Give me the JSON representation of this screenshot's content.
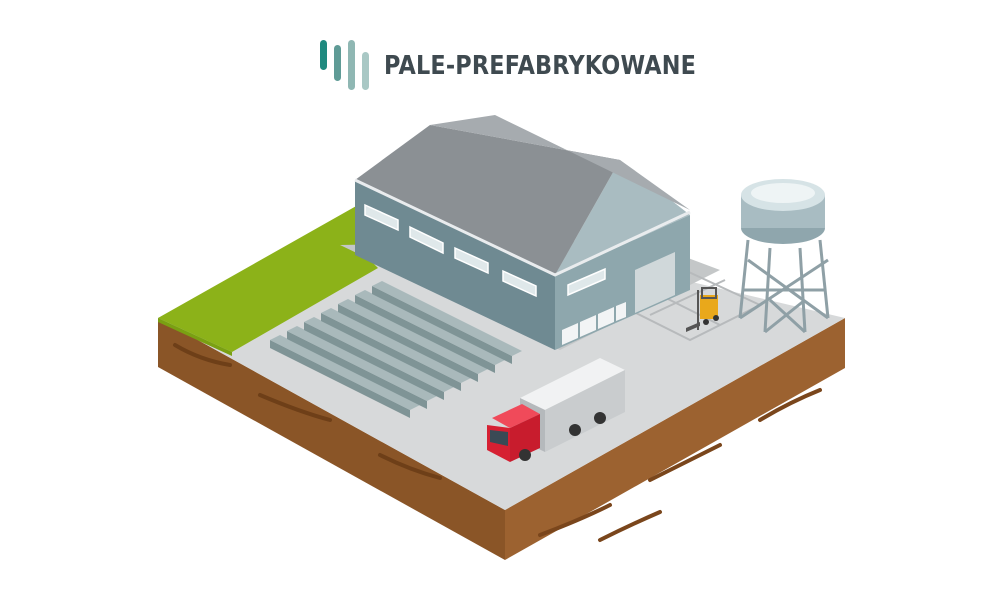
{
  "brand": {
    "name": "PALE-PREFABRYKOWANE",
    "bar_colors": [
      "#1f8a7f",
      "#5f9b96",
      "#8fb7b3",
      "#a9c8c5"
    ]
  },
  "illustration": {
    "objects": [
      "warehouse",
      "water-tower",
      "forklift",
      "truck",
      "precast-piles",
      "grass-lawn",
      "soil-block"
    ],
    "colors": {
      "ground": "#d7d9da",
      "grass": "#8cb219",
      "soil": "#8a5527",
      "roof": "#8b9094",
      "walls": "#6f8a92",
      "truck_cab": "#d62032",
      "piles": "#8fa3a5"
    }
  }
}
